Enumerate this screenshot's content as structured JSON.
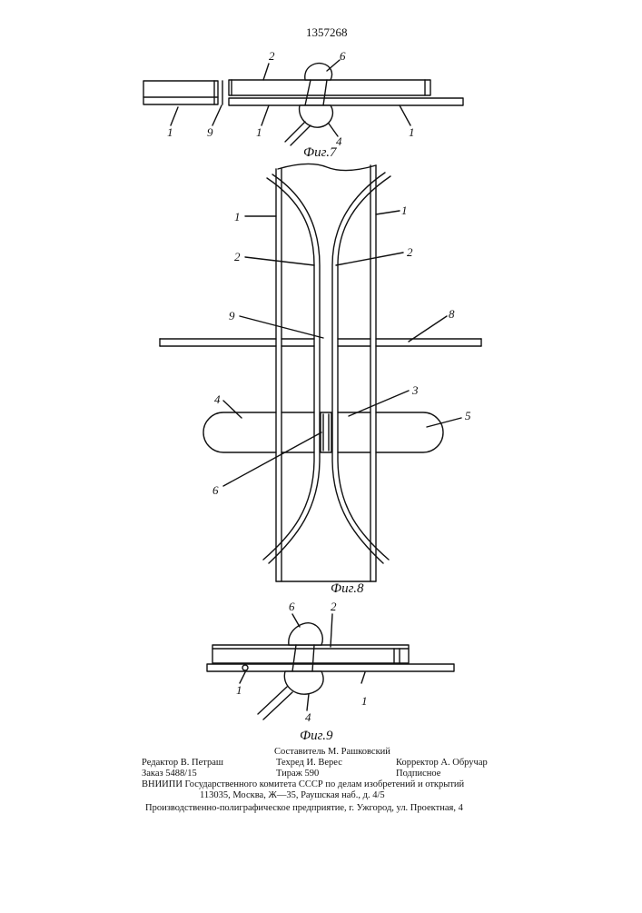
{
  "patent_number": "1357268",
  "figures": {
    "fig7": {
      "caption": "Фиг.7",
      "labels": {
        "n1a": "1",
        "n9": "9",
        "n1b": "1",
        "n1c": "1",
        "n2": "2",
        "n6": "6",
        "n4": "4"
      }
    },
    "fig8": {
      "caption": "Фиг.8",
      "labels": {
        "n1l": "1",
        "n1r": "1",
        "n2l": "2",
        "n2r": "2",
        "n9": "9",
        "n8": "8",
        "n4": "4",
        "n3": "3",
        "n5": "5",
        "n6": "6"
      }
    },
    "fig9": {
      "caption": "Фиг.9",
      "labels": {
        "n6": "6",
        "n2": "2",
        "n1a": "1",
        "n1b": "1",
        "n4": "4"
      }
    }
  },
  "imprint": {
    "compiler": "Составитель М. Рашковский",
    "editor": "Редактор В. Петраш",
    "techred": "Техред И. Верес",
    "corrector": "Корректор А. Обручар",
    "order": "Заказ 5488/15",
    "circulation": "Тираж 590",
    "subscription": "Подписное",
    "institute": "ВНИИПИ Государственного комитета СССР по делам изобретений и открытий",
    "address": "113035, Москва, Ж—35, Раушская наб., д. 4/5",
    "printer": "Производственно-полиграфическое предприятие, г. Ужгород, ул. Проектная, 4"
  }
}
